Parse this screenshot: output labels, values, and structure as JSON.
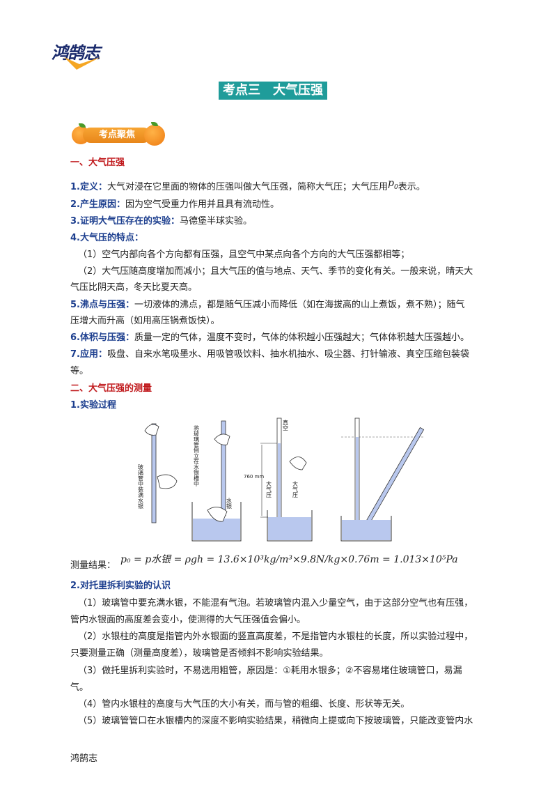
{
  "logo": {
    "text": "鸿鹄志"
  },
  "banner": {
    "title": "考点三　大气压强"
  },
  "focus_badge": {
    "label": "考点聚焦"
  },
  "section1": {
    "title": "一、大气压强"
  },
  "items": [
    {
      "label": "1.定义：",
      "text": "大气对浸在它里面的物体的压强叫做大气压强，简称大气压；大气压用",
      "symbol": "p",
      "sub": "0",
      "tail": "表示。"
    },
    {
      "label": "2.产生原因：",
      "text": "因为空气受重力作用并且具有流动性。"
    },
    {
      "label": "3.证明大气压存在的实验：",
      "text": "马德堡半球实验。"
    },
    {
      "label": "4.大气压的特点：",
      "text": ""
    }
  ],
  "features": [
    "（1）空气内部向各个方向都有压强，且空气中某点向各个方向的大气压强都相等；",
    "（2）大气压随高度增加而减小；且大气压的值与地点、天气、季节的变化有关。一般来说，晴天大",
    "气压比阴天高，冬天比夏天高。"
  ],
  "item5": {
    "label": "5.沸点与压强：",
    "text": "一切液体的沸点，都是随气压减小而降低（如在海拔高的山上煮饭，煮不熟）；随气",
    "cont": "压增大而升高（如用高压锅煮饭快）。"
  },
  "item6": {
    "label": "6.体积与压强：",
    "text": "质量一定的气体，温度不变时，气体的体积越小压强越大；气体体积越大压强越小。"
  },
  "item7": {
    "label": "7.应用：",
    "text": "吸盘、自来水笔吸墨水、用吸管吸饮料、抽水机抽水、吸尘器、打针输液、真空压缩包装袋",
    "cont": "等。"
  },
  "section2": {
    "title": "二、大气压强的测量"
  },
  "sub1": {
    "title": "1.实验过程"
  },
  "figure": {
    "label_fill": "玻璃管中装满水银",
    "label_invert": "将玻璃管倒立在水银槽中",
    "label_mercury": "水银",
    "label_vacuum": "真空",
    "label_760": "760 mm",
    "label_atm1": "大气压",
    "label_atm2": "大气压"
  },
  "result": {
    "label": "测量结果：",
    "formula": "p₀ = p水银 = ρgh = 13.6×10³kg/m³×9.8N/kg×0.76m = 1.013×10⁵Pa"
  },
  "sub2": {
    "title": "2.对托里拆利实验的认识"
  },
  "notes": [
    "（1）玻璃管中要充满水银，不能混有气泡。若玻璃管内混入少量空气，由于这部分空气也有压强，",
    "管内水银面的高度差会变小，使测得的大气压强值会偏小。",
    "（2）水银柱的高度是指管内外水银面的竖直高度差，不是指管内水银柱的长度，所以实验过程中，",
    "只要测量正确（测量高度差），玻璃管是否倾斜不影响实验结果。",
    "（3）做托里拆利实验时，不易选用粗管，原因是：①耗用水银多；②不容易堵住玻璃管口，易漏",
    "气。",
    "（4）管内水银柱的高度与大气压的大小有关，而与管的粗细、长度、形状等无关。",
    "（5）玻璃管管口在水银槽内的深度不影响实验结果，稍微向上提或向下按玻璃管，只能改变管内水"
  ],
  "footer": {
    "text": "鸿鹄志"
  }
}
